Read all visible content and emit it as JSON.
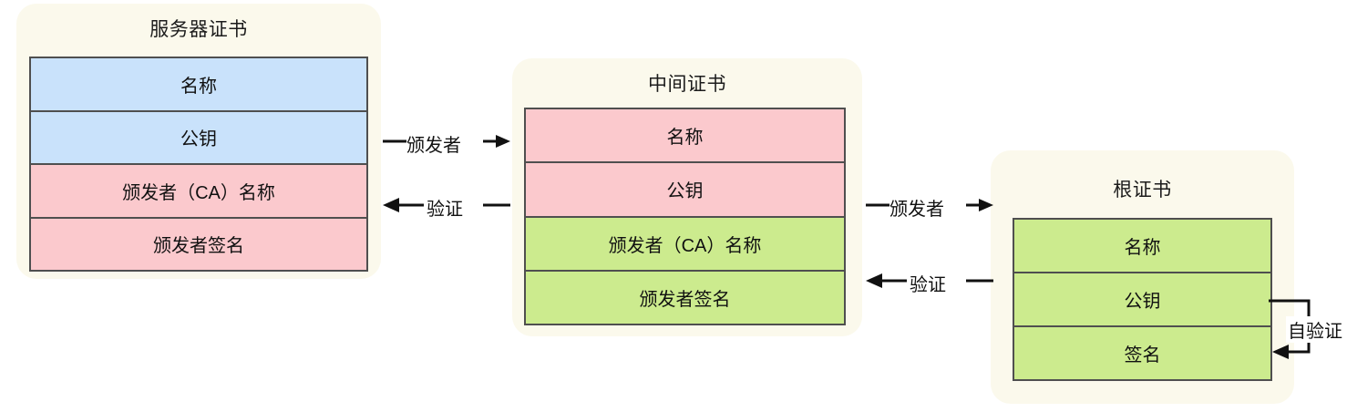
{
  "diagram": {
    "title_hidden": "证书链信任关系图",
    "colors": {
      "panel_background": "#fbf9ec",
      "blue_field": "#c9e2fb",
      "pink_field": "#fbc9cd",
      "green_field": "#cceb8e",
      "border": "#4f4f4f",
      "text": "#111111",
      "page_background": "#ffffff"
    }
  },
  "server_certificate": {
    "title": "服务器证书",
    "rows": [
      {
        "label": "名称",
        "fill": "blue"
      },
      {
        "label": "公钥",
        "fill": "blue"
      },
      {
        "label": "颁发者（CA）名称",
        "fill": "pink"
      },
      {
        "label": "颁发者签名",
        "fill": "pink"
      }
    ]
  },
  "intermediate_certificate": {
    "title": "中间证书",
    "rows": [
      {
        "label": "名称",
        "fill": "pink"
      },
      {
        "label": "公钥",
        "fill": "pink"
      },
      {
        "label": "颁发者（CA）名称",
        "fill": "green"
      },
      {
        "label": "颁发者签名",
        "fill": "green"
      }
    ]
  },
  "root_certificate": {
    "title": "根证书",
    "rows": [
      {
        "label": "名称",
        "fill": "green"
      },
      {
        "label": "公钥",
        "fill": "green"
      },
      {
        "label": "签名",
        "fill": "green"
      }
    ]
  },
  "connectors": {
    "server_to_intermediate_issuer": "颁发者",
    "intermediate_to_server_verify": "验证",
    "intermediate_to_root_issuer": "颁发者",
    "root_to_intermediate_verify": "验证",
    "root_self_verify": "自验证"
  }
}
